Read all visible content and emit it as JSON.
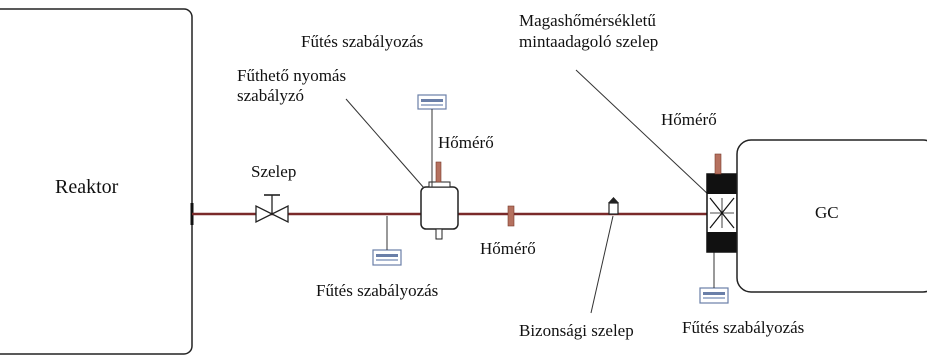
{
  "diagram": {
    "reactor_label": "Reaktor",
    "gc_label": "GC",
    "valve_label": "Szelep",
    "heating_control_top": "Fűtés szabályozás",
    "pressure_regulator_label": [
      "Fűthető nyomás",
      "szabályzó"
    ],
    "sampling_valve_label": [
      "Magashőmérsékletű",
      "mintaadagoló szelep"
    ],
    "thermometer_label_1": "Hőmérő",
    "thermometer_label_2": "Hőmérő",
    "thermometer_label_3": "Hőmérő",
    "heating_control_bottom_left": "Fűtés szabályozás",
    "safety_valve_label": "Bizonsági szelep",
    "heating_control_bottom_right": "Fűtés szabályozás",
    "colors": {
      "pipe": "#7a2a2a",
      "thermometer": "#b5715f",
      "controller": "#6a7fa8",
      "outline": "#222222"
    }
  }
}
